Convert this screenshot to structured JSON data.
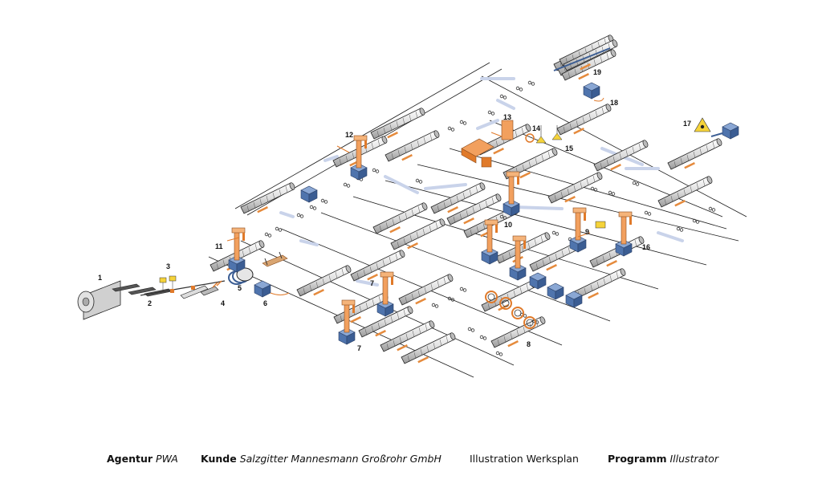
{
  "diagram": {
    "labels": [
      "1",
      "2",
      "3",
      "4",
      "5",
      "6",
      "7",
      "7",
      "8",
      "9",
      "10",
      "11",
      "12",
      "13",
      "14",
      "15",
      "16",
      "17",
      "18",
      "19"
    ]
  },
  "caption": {
    "agentur_label": "Agentur",
    "agentur_value": "PWA",
    "kunde_label": "Kunde",
    "kunde_value": "Salzgitter Mannesmann Großrohr GmbH",
    "title": "Illustration Werksplan",
    "programm_label": "Programm",
    "programm_value": "Illustrator"
  },
  "colors": {
    "pipe": "#e6e6e6",
    "pipe_stroke": "#222222",
    "machine_orange": "#f2a05e",
    "machine_blue": "#5b82b8",
    "conveyor": "#c9d3ea",
    "sign_yellow": "#f5d33a"
  }
}
